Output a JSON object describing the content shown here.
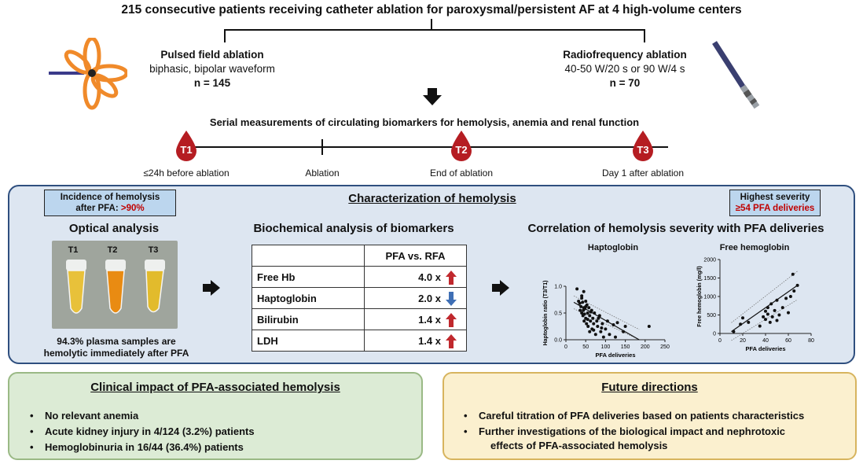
{
  "title": "215 consecutive patients receiving catheter ablation for paroxysmal/persistent AF at 4 high-volume centers",
  "pfa": {
    "title": "Pulsed field ablation",
    "subtitle": "biphasic, bipolar waveform",
    "n": "n = 145"
  },
  "rfa": {
    "title": "Radiofrequency ablation",
    "subtitle": "40-50 W/20 s or 90 W/4 s",
    "n": "n = 70"
  },
  "serial_title": "Serial measurements of circulating biomarkers for hemolysis, anemia and renal function",
  "timeline": {
    "t1": "T1",
    "t2": "T2",
    "t3": "T3",
    "label_t1": "≤24h before ablation",
    "label_ablation": "Ablation",
    "label_t2": "End of ablation",
    "label_t3": "Day 1 after ablation"
  },
  "hemolysis": {
    "title": "Characterization of hemolysis",
    "incidence_line1": "Incidence of hemolysis",
    "incidence_line2": "after PFA: ",
    "incidence_value": ">90%",
    "severity_line1": "Highest severity",
    "severity_value": "≥54 PFA deliveries",
    "optical_title": "Optical analysis",
    "tubes": [
      "T1",
      "T2",
      "T3"
    ],
    "optical_note_line1": "94.3% plasma samples are",
    "optical_note_line2": "hemolytic immediately after PFA",
    "biochem_title": "Biochemical analysis of biomarkers",
    "table_header": "PFA vs. RFA",
    "rows": [
      {
        "name": "Free Hb",
        "value": "4.0 x",
        "dir": "up"
      },
      {
        "name": "Haptoglobin",
        "value": "2.0 x",
        "dir": "down"
      },
      {
        "name": "Bilirubin",
        "value": "1.4 x",
        "dir": "up"
      },
      {
        "name": "LDH",
        "value": "1.4 x",
        "dir": "up"
      }
    ],
    "correlation_title": "Correlation of hemolysis severity with PFA deliveries"
  },
  "chart_data": [
    {
      "type": "scatter",
      "title": "Haptoglobin",
      "xlabel": "PFA deliveries",
      "ylabel": "Haptoglobin ratio (T3/T1)",
      "xlim": [
        0,
        250
      ],
      "ylim": [
        0,
        1.0
      ],
      "xticks": [
        "0",
        "50",
        "100",
        "150",
        "200",
        "250"
      ],
      "yticks": [
        "0.0",
        "0.5",
        "1.0"
      ],
      "points": [
        [
          28,
          0.95
        ],
        [
          32,
          0.72
        ],
        [
          35,
          0.68
        ],
        [
          36,
          0.55
        ],
        [
          38,
          0.62
        ],
        [
          40,
          0.78
        ],
        [
          40,
          0.5
        ],
        [
          42,
          0.7
        ],
        [
          43,
          0.45
        ],
        [
          45,
          0.9
        ],
        [
          45,
          0.6
        ],
        [
          46,
          0.35
        ],
        [
          48,
          0.58
        ],
        [
          50,
          0.72
        ],
        [
          50,
          0.4
        ],
        [
          52,
          0.3
        ],
        [
          53,
          0.65
        ],
        [
          55,
          0.5
        ],
        [
          56,
          0.25
        ],
        [
          58,
          0.6
        ],
        [
          60,
          0.45
        ],
        [
          60,
          0.15
        ],
        [
          62,
          0.35
        ],
        [
          65,
          0.55
        ],
        [
          66,
          0.2
        ],
        [
          68,
          0.4
        ],
        [
          70,
          0.3
        ],
        [
          72,
          0.5
        ],
        [
          75,
          0.1
        ],
        [
          78,
          0.35
        ],
        [
          80,
          0.25
        ],
        [
          85,
          0.45
        ],
        [
          88,
          0.15
        ],
        [
          92,
          0.3
        ],
        [
          95,
          0.05
        ],
        [
          100,
          0.2
        ],
        [
          105,
          0.35
        ],
        [
          110,
          0.1
        ],
        [
          120,
          0.28
        ],
        [
          125,
          0.05
        ],
        [
          130,
          0.32
        ],
        [
          145,
          0.15
        ],
        [
          150,
          0.25
        ],
        [
          210,
          0.25
        ],
        [
          40,
          0.82
        ],
        [
          44,
          0.55
        ],
        [
          47,
          0.48
        ],
        [
          50,
          0.62
        ],
        [
          55,
          0.38
        ],
        [
          63,
          0.52
        ],
        [
          70,
          0.18
        ],
        [
          82,
          0.4
        ],
        [
          90,
          0.22
        ]
      ],
      "fit": [
        [
          20,
          0.7
        ],
        [
          185,
          0.0
        ]
      ]
    },
    {
      "type": "scatter",
      "title": "Free hemoglobin",
      "xlabel": "PFA deliveries",
      "ylabel": "Free hemoglobin (mg/l)",
      "xlim": [
        0,
        80
      ],
      "ylim": [
        0,
        2000
      ],
      "xticks": [
        "0",
        "20",
        "40",
        "60",
        "80"
      ],
      "yticks": [
        "0",
        "500",
        "1000",
        "1500",
        "2000"
      ],
      "points": [
        [
          12,
          50
        ],
        [
          18,
          250
        ],
        [
          20,
          420
        ],
        [
          25,
          300
        ],
        [
          35,
          200
        ],
        [
          38,
          450
        ],
        [
          40,
          600
        ],
        [
          40,
          380
        ],
        [
          42,
          520
        ],
        [
          42,
          700
        ],
        [
          44,
          300
        ],
        [
          45,
          800
        ],
        [
          46,
          450
        ],
        [
          48,
          620
        ],
        [
          50,
          900
        ],
        [
          50,
          350
        ],
        [
          52,
          500
        ],
        [
          55,
          700
        ],
        [
          58,
          950
        ],
        [
          60,
          560
        ],
        [
          62,
          1000
        ],
        [
          64,
          1600
        ],
        [
          65,
          1150
        ],
        [
          68,
          1300
        ]
      ],
      "fit": [
        [
          10,
          50
        ],
        [
          68,
          1300
        ]
      ]
    }
  ],
  "clinical": {
    "title": "Clinical impact of PFA-associated hemolysis",
    "items": [
      "No relevant anemia",
      "Acute kidney injury in 4/124 (3.2%) patients",
      "Hemoglobinuria in 16/44 (36.4%) patients"
    ]
  },
  "future": {
    "title": "Future directions",
    "items": [
      "Careful titration of PFA deliveries based on patients characteristics",
      "Further investigations of the biological impact and nephrotoxic",
      "effects of PFA-associated hemolysis"
    ]
  },
  "colors": {
    "drop": "#b51d22",
    "panel_border": "#2f4f7f",
    "arrow_up": "#c0282d",
    "arrow_down": "#3f6fb5"
  }
}
